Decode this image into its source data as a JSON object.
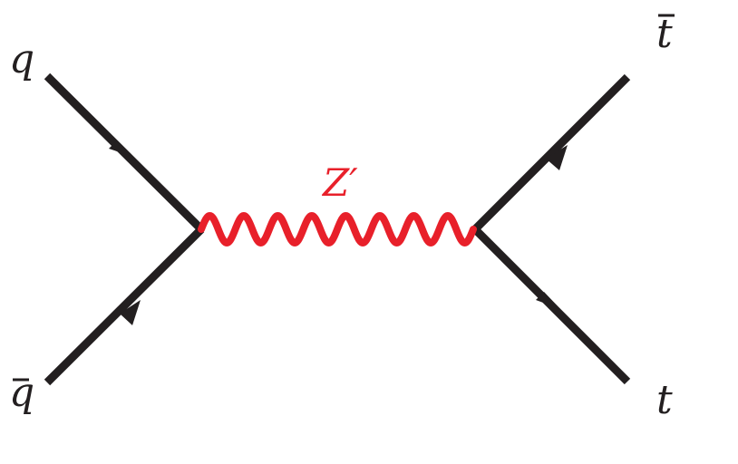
{
  "diagram": {
    "type": "feynman-s-channel",
    "particles": {
      "incoming_quark": "q",
      "incoming_antiquark": "q",
      "propagator": "Z′",
      "outgoing_antitop": "t",
      "outgoing_top": "t"
    },
    "overbars": {
      "incoming_quark": false,
      "incoming_antiquark": true,
      "outgoing_antitop": true,
      "outgoing_top": false
    },
    "colors": {
      "fermion": "#231f20",
      "boson": "#e8202a"
    }
  }
}
